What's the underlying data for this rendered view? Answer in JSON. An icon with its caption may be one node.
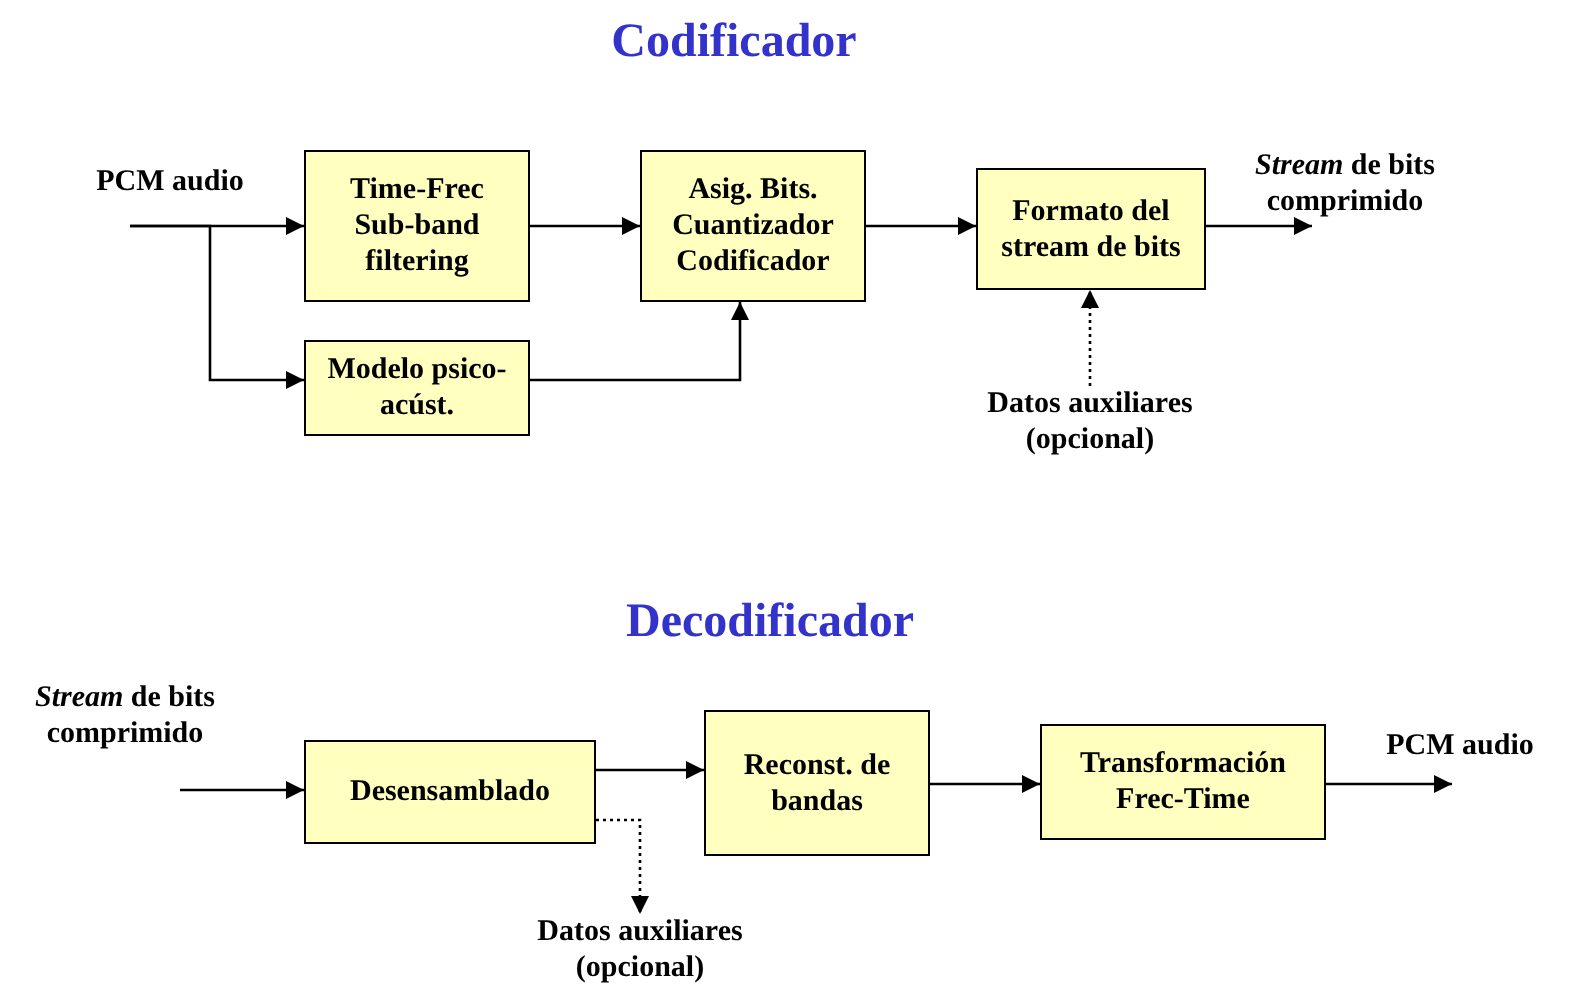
{
  "diagram": {
    "title": "Codificador",
    "nodes": [
      {
        "text": [
          "PCM audio"
        ]
      },
      {
        "text": [
          "Time-Frec Sub-band filtering"
        ]
      },
      {
        "text": [
          "Modelo psico-acúst."
        ]
      },
      {
        "text": [
          "Asig. Bits. Cuantizador Codificador"
        ]
      },
      {
        "text": [
          "Formato del stream de bits"
        ]
      },
      {
        "text": [
          "*Stream* de bits comprimido"
        ]
      },
      {
        "text": [
          "Datos auxiliares (opcional)"
        ]
      },
      {
        "text": [
          "*Stream* de bits comprimido"
        ]
      },
      {
        "text": [
          "Desensamblado"
        ]
      },
      {
        "text": [
          "Reconst. de bandas"
        ]
      },
      {
        "text": [
          "Transformación Frec-Time"
        ]
      },
      {
        "text": [
          "PCM audio"
        ]
      },
      {
        "text": [
          "Datos auxiliares (opcional)"
        ]
      }
    ],
    "edges": [
      {
        "from": 0,
        "to": 1,
        "arrow": "to"
      },
      {
        "from": 0,
        "to": 2,
        "arrow": "to"
      },
      {
        "from": 1,
        "to": 3,
        "arrow": "to"
      },
      {
        "from": 2,
        "to": 3,
        "arrow": "to"
      },
      {
        "from": 3,
        "to": 4,
        "arrow": "to"
      },
      {
        "from": 4,
        "to": 5,
        "arrow": "to"
      },
      {
        "from": 6,
        "to": 4,
        "arrow": "to",
        "style": "dashed"
      },
      {
        "from": 7,
        "to": 8,
        "arrow": "to"
      },
      {
        "from": 8,
        "to": 9,
        "arrow": "to"
      },
      {
        "from": 9,
        "to": 10,
        "arrow": "to"
      },
      {
        "from": 10,
        "to": 11,
        "arrow": "to"
      },
      {
        "from": 8,
        "to": 12,
        "arrow": "to",
        "style": "dashed"
      }
    ],
    "labels": [
      "Decodificador"
    ]
  }
}
